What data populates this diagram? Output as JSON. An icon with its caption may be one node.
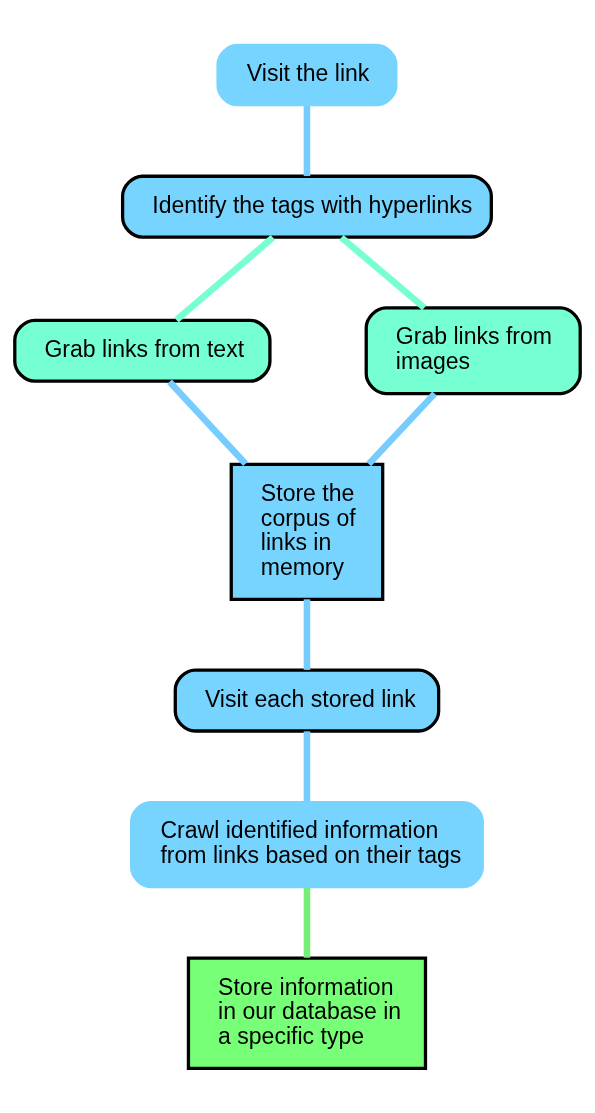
{
  "diagram": {
    "nodes": [
      {
        "text": [
          "Visit the link"
        ]
      },
      {
        "text": [
          "Identify the tags with hyperlinks"
        ]
      },
      {
        "text": [
          "Grab links from text"
        ]
      },
      {
        "text": [
          "Grab links from images"
        ]
      },
      {
        "text": [
          "Store the corpus of links in memory"
        ]
      },
      {
        "text": [
          "Visit each stored link"
        ]
      },
      {
        "text": [
          "Crawl identified information from links based on their tags"
        ]
      },
      {
        "text": [
          "Store information in our database in a specific type"
        ]
      }
    ],
    "edges": [
      {
        "from": 0,
        "to": 1,
        "arrow": "none"
      },
      {
        "from": 1,
        "to": 2,
        "arrow": "none",
        "color": "#77ffd0"
      },
      {
        "from": 1,
        "to": 3,
        "arrow": "none",
        "color": "#77ffd0"
      },
      {
        "from": 2,
        "to": 4,
        "arrow": "none"
      },
      {
        "from": 3,
        "to": 4,
        "arrow": "none"
      },
      {
        "from": 4,
        "to": 5,
        "arrow": "none"
      },
      {
        "from": 5,
        "to": 6,
        "arrow": "none"
      },
      {
        "from": 6,
        "to": 7,
        "arrow": "none",
        "color": "#77ee77"
      }
    ]
  }
}
